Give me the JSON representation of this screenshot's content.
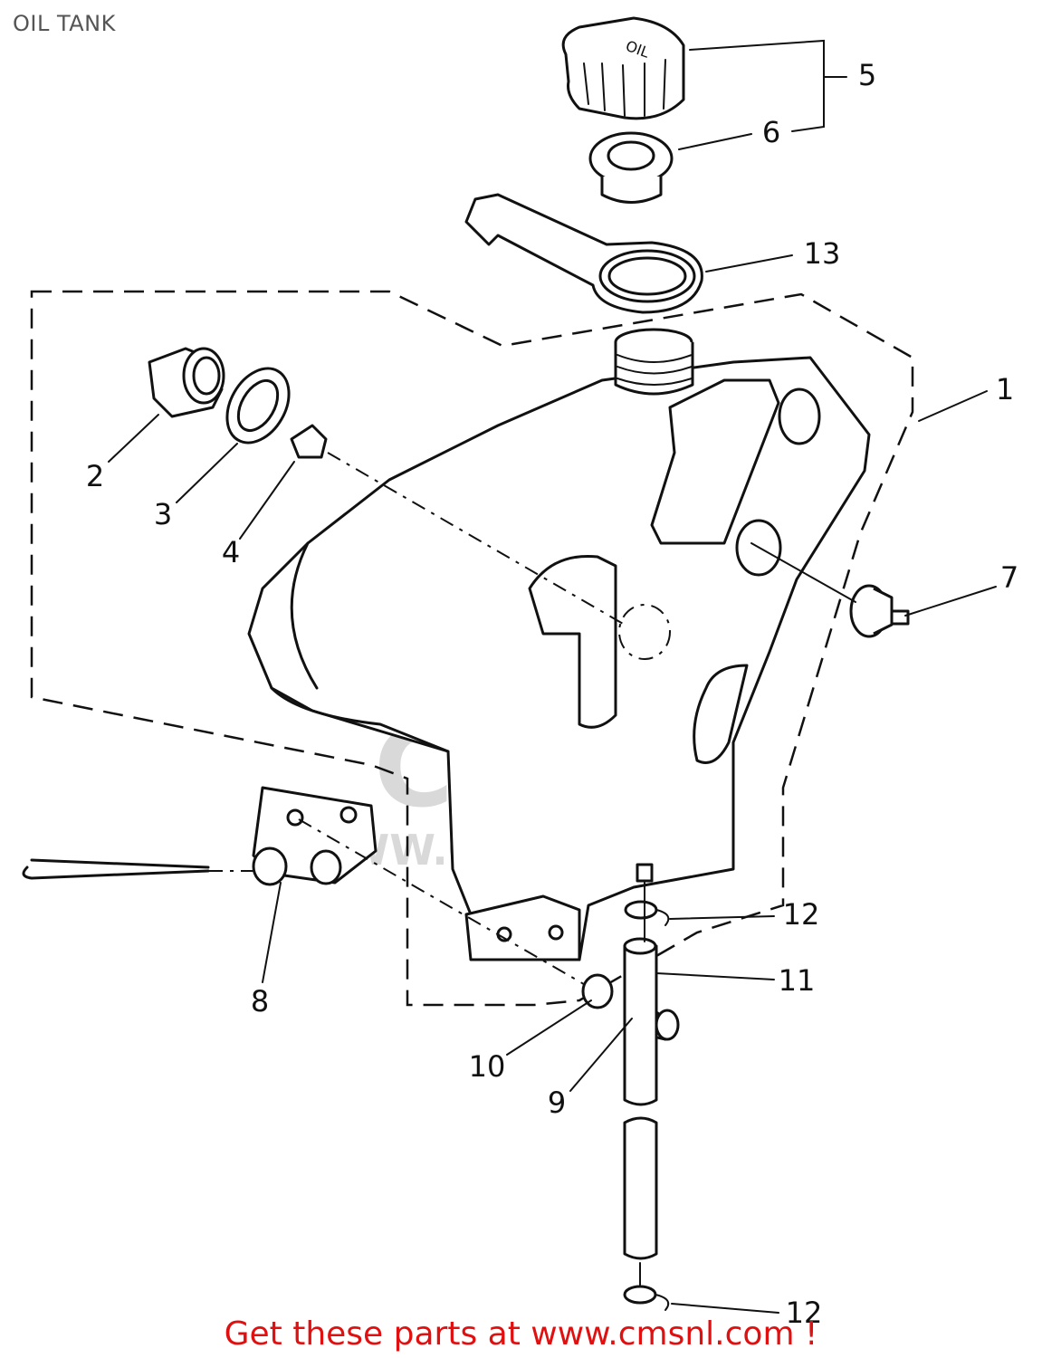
{
  "title": "OIL TANK",
  "footer": "Get these parts at www.cmsnl.com !",
  "watermark": {
    "brand": "CMS",
    "url": "WWW.CMSNL.COM"
  },
  "cap_text": "OIL",
  "callouts": [
    {
      "id": "1",
      "label": "1"
    },
    {
      "id": "2",
      "label": "2"
    },
    {
      "id": "3",
      "label": "3"
    },
    {
      "id": "4",
      "label": "4"
    },
    {
      "id": "5",
      "label": "5"
    },
    {
      "id": "6",
      "label": "6"
    },
    {
      "id": "7",
      "label": "7"
    },
    {
      "id": "8",
      "label": "8"
    },
    {
      "id": "9",
      "label": "9"
    },
    {
      "id": "10",
      "label": "10"
    },
    {
      "id": "11",
      "label": "11"
    },
    {
      "id": "12a",
      "label": "12"
    },
    {
      "id": "12b",
      "label": "12"
    },
    {
      "id": "13",
      "label": "13"
    }
  ],
  "colors": {
    "footer": "#e01010",
    "title": "#555555",
    "line": "#111111",
    "watermark": "#d6d6d6"
  }
}
